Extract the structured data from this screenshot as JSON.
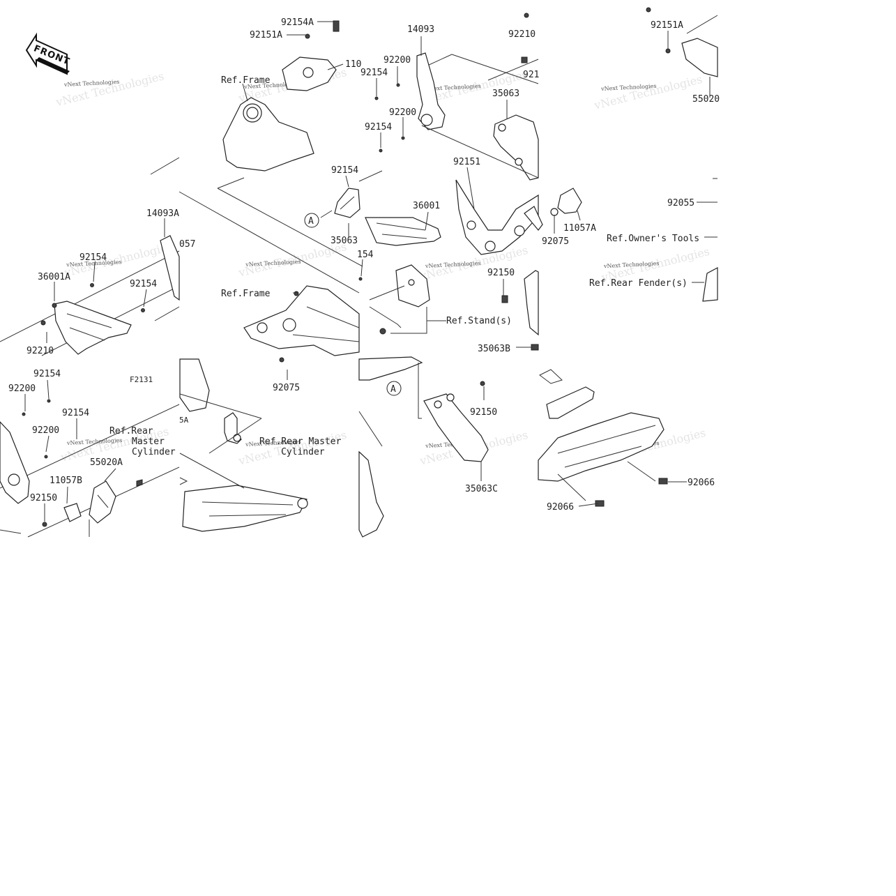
{
  "front_badge": "FRONT",
  "watermark": "vNext Technologies",
  "panels": {
    "p1": {
      "labels": [
        "92154A",
        "92151A",
        "110",
        "Ref.Frame",
        "14093A",
        "057",
        "92154",
        "36001A",
        "92154",
        "92210",
        "92154",
        "92200",
        "92154",
        "92200",
        "F2131",
        "Ref.Rear",
        "Master",
        "Cylinder",
        "55020A",
        "11057B",
        "92150",
        "5A",
        "Ref.Frame",
        "92075",
        "Ref.Rear Master",
        "Cylinder"
      ]
    },
    "p2": {
      "labels": [
        "14093",
        "92210",
        "92200",
        "92154",
        "921",
        "35063",
        "92200",
        "92154",
        "92151",
        "92154",
        "36001",
        "35063",
        "154",
        "11057A",
        "92075",
        "92150",
        "Ref.Stand(s)",
        "35063B",
        "92150",
        "35063C"
      ]
    },
    "p3": {
      "labels": [
        "92151A",
        "55020",
        "92055",
        "Ref.Owner's Tools",
        "Ref.Rear Fender(s)",
        "92066",
        "92066"
      ]
    },
    "callouts": [
      "A",
      "A"
    ]
  }
}
